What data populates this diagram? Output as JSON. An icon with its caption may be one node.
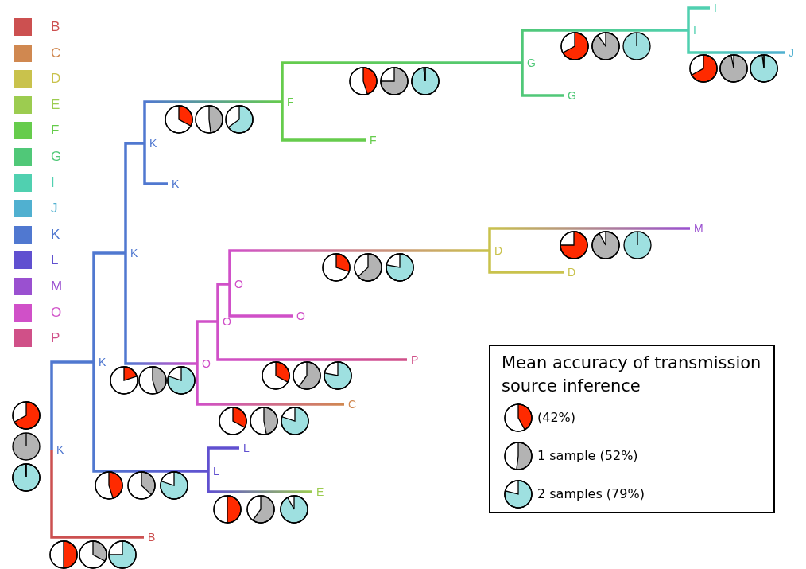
{
  "diagram": {
    "nodes": [
      {
        "text": [
          "K"
        ]
      },
      {
        "text": [
          "K"
        ]
      },
      {
        "text": [
          "K"
        ]
      },
      {
        "text": [
          "K"
        ]
      },
      {
        "text": [
          "F"
        ]
      },
      {
        "text": [
          "G"
        ]
      },
      {
        "text": [
          "I"
        ]
      },
      {
        "text": [
          "I"
        ]
      },
      {
        "text": [
          "J"
        ]
      },
      {
        "text": [
          "G"
        ]
      },
      {
        "text": [
          "F"
        ]
      },
      {
        "text": [
          "K"
        ]
      },
      {
        "text": [
          "O"
        ]
      },
      {
        "text": [
          "O"
        ]
      },
      {
        "text": [
          "O"
        ]
      },
      {
        "text": [
          "D"
        ]
      },
      {
        "text": [
          "M"
        ]
      },
      {
        "text": [
          "D"
        ]
      },
      {
        "text": [
          "O"
        ]
      },
      {
        "text": [
          "P"
        ]
      },
      {
        "text": [
          "C"
        ]
      },
      {
        "text": [
          "L"
        ]
      },
      {
        "text": [
          "L"
        ]
      },
      {
        "text": [
          "E"
        ]
      },
      {
        "text": [
          "B"
        ]
      }
    ],
    "edges": [
      {
        "from": 0,
        "to": 1,
        "arrow": "none",
        "color": "#5078d0"
      },
      {
        "from": 0,
        "to": 24,
        "arrow": "none",
        "color": "#cc5050"
      },
      {
        "from": 1,
        "to": 2,
        "arrow": "none",
        "color": "#5078d0"
      },
      {
        "from": 1,
        "to": 21,
        "arrow": "none",
        "color": "#6050d0"
      },
      {
        "from": 2,
        "to": 3,
        "arrow": "none",
        "color": "#5078d0"
      },
      {
        "from": 2,
        "to": 12,
        "arrow": "none",
        "color": "#d050c8"
      },
      {
        "from": 3,
        "to": 4,
        "arrow": "none",
        "color": "#66cc4c"
      },
      {
        "from": 3,
        "to": 11,
        "arrow": "none",
        "color": "#5078d0"
      },
      {
        "from": 4,
        "to": 5,
        "arrow": "none",
        "color": "#50c878"
      },
      {
        "from": 4,
        "to": 10,
        "arrow": "none",
        "color": "#66cc4c"
      },
      {
        "from": 5,
        "to": 6,
        "arrow": "none",
        "color": "#50d0b0"
      },
      {
        "from": 5,
        "to": 9,
        "arrow": "none",
        "color": "#50c878"
      },
      {
        "from": 6,
        "to": 7,
        "arrow": "none",
        "color": "#50d0b0"
      },
      {
        "from": 6,
        "to": 8,
        "arrow": "none",
        "color": "#50b0d0"
      },
      {
        "from": 12,
        "to": 13,
        "arrow": "none",
        "color": "#d050c8"
      },
      {
        "from": 12,
        "to": 20,
        "arrow": "none",
        "color": "#d08850"
      },
      {
        "from": 13,
        "to": 14,
        "arrow": "none",
        "color": "#d050c8"
      },
      {
        "from": 13,
        "to": 19,
        "arrow": "none",
        "color": "#d05088"
      },
      {
        "from": 14,
        "to": 15,
        "arrow": "none",
        "color": "#c9c24c"
      },
      {
        "from": 14,
        "to": 18,
        "arrow": "none",
        "color": "#d050c8"
      },
      {
        "from": 15,
        "to": 16,
        "arrow": "none",
        "color": "#9a50d0"
      },
      {
        "from": 15,
        "to": 17,
        "arrow": "none",
        "color": "#c9c24c"
      },
      {
        "from": 21,
        "to": 22,
        "arrow": "none",
        "color": "#6050d0"
      },
      {
        "from": 21,
        "to": 23,
        "arrow": "none",
        "color": "#9ccc50"
      }
    ],
    "labels": [
      "Mean accuracy of transmission source inference"
    ],
    "legend": [
      {
        "text": "B",
        "color": "#cc5050"
      },
      {
        "text": "C",
        "color": "#d08850"
      },
      {
        "text": "D",
        "color": "#c9c24c"
      },
      {
        "text": "E",
        "color": "#9ccc50"
      },
      {
        "text": "F",
        "color": "#66cc4c"
      },
      {
        "text": "G",
        "color": "#50c878"
      },
      {
        "text": "I",
        "color": "#50d0b0"
      },
      {
        "text": "J",
        "color": "#50b0d0"
      },
      {
        "text": "K",
        "color": "#5078d0"
      },
      {
        "text": "L",
        "color": "#6050d0"
      },
      {
        "text": "M",
        "color": "#9a50d0"
      },
      {
        "text": "O",
        "color": "#d050c8"
      },
      {
        "text": "P",
        "color": "#d05088"
      },
      {
        "text": "(42%)"
      },
      {
        "text": "1 sample (52%)"
      },
      {
        "text": "2 samples (79%)"
      }
    ]
  }
}
